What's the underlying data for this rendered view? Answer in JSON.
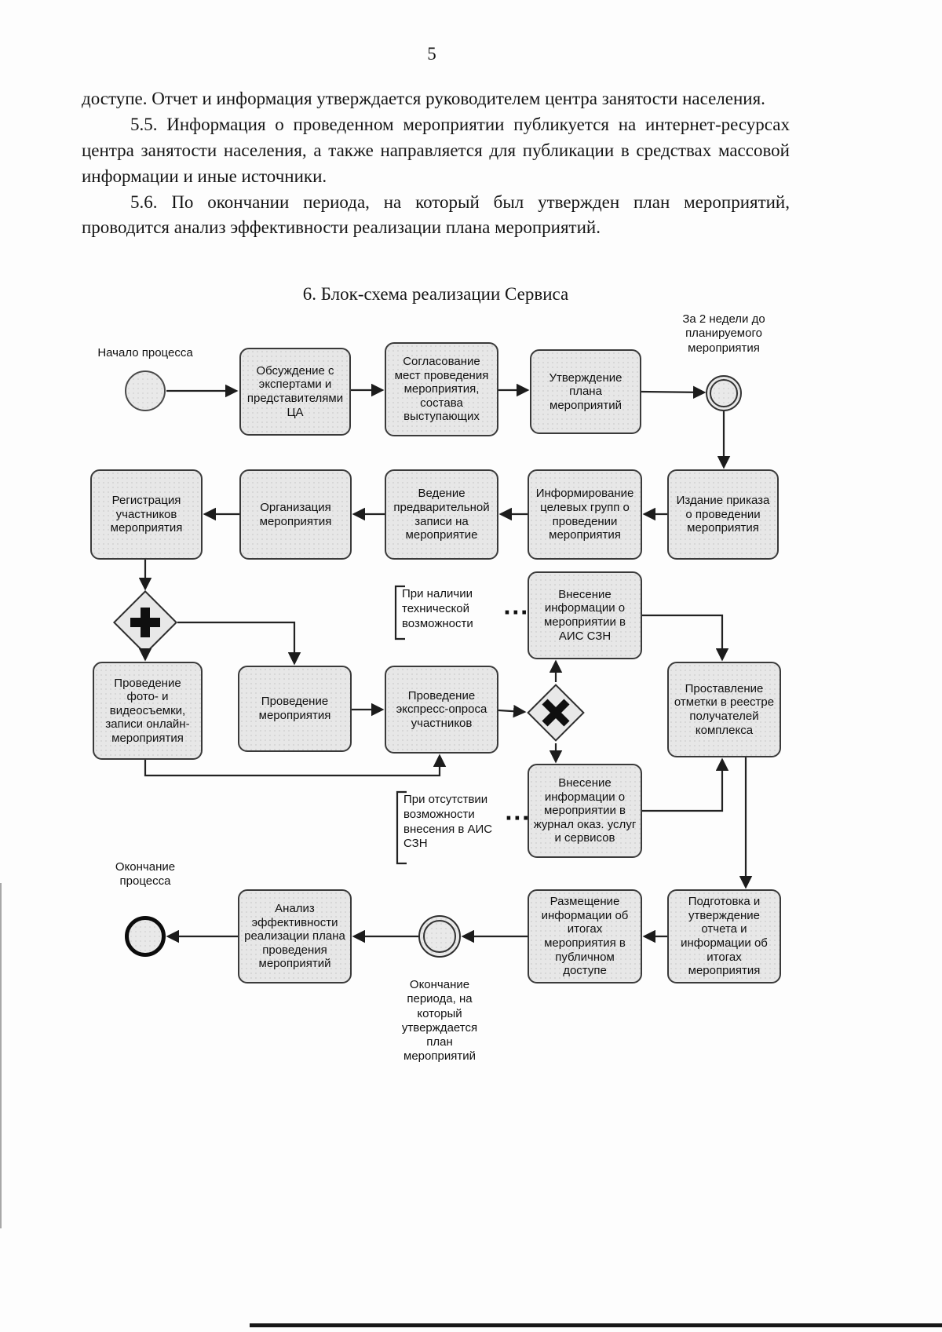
{
  "page_number": "5",
  "document": {
    "paragraphs": [
      "доступе. Отчет и информация утверждается руководителем центра занятости населения.",
      "5.5. Информация о проведенном мероприятии публикуется на интернет-ресурсах центра занятости населения, а также направляется для публикации в средствах массовой информации и иные источники.",
      "5.6. По окончании периода, на который был утвержден план мероприятий, проводится анализ эффективности реализации плана мероприятий."
    ],
    "section_heading": "6. Блок-схема реализации Сервиса"
  },
  "diagram": {
    "events": {
      "start": "Начало процесса",
      "milestone": "За 2 недели до планируемого мероприятия",
      "period_end": "Окончание периода, на который утверждается план мероприятий",
      "end": "Окончание процесса"
    },
    "tasks": {
      "t1": "Обсуждение с экспертами и представителями ЦА",
      "t2": "Согласование мест проведения мероприятия, состава выступающих",
      "t3": "Утверждение плана мероприятий",
      "t4": "Издание приказа о проведении мероприятия",
      "t5": "Информирование целевых групп о проведении мероприятия",
      "t6": "Ведение предварительной записи на мероприятие",
      "t7": "Организация мероприятия",
      "t8": "Регистрация участников мероприятия",
      "t9": "Проведение фото- и видеосъемки, записи онлайн-мероприятия",
      "t10": "Проведение мероприятия",
      "t11": "Проведение экспресс-опроса участников",
      "t12": "Внесение информации о мероприятии в АИС СЗН",
      "t13": "Внесение информации о мероприятии в журнал оказ. услуг и сервисов",
      "t14": "Проставление отметки в реестре получателей комплекса",
      "t15": "Подготовка и утверждение отчета и информации об итогах мероприятия",
      "t16": "Размещение информации об итогах мероприятия в публичном доступе",
      "t17": "Анализ эффективности реализации плана проведения мероприятий"
    },
    "notes": {
      "technical": "При наличии технической возможности",
      "no_ais": "При отсутствии возможности внесения в АИС СЗН",
      "ellipsis": "···"
    }
  }
}
